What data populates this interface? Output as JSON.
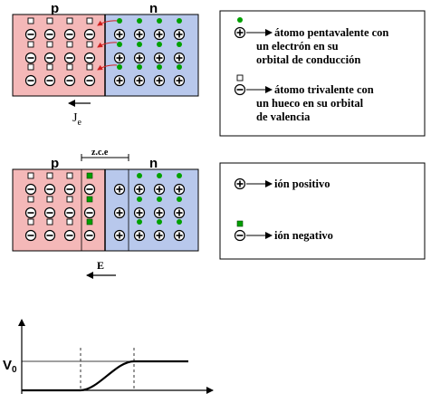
{
  "top_panel": {
    "p_label": "p",
    "n_label": "n",
    "current_label": "J",
    "current_subscript": "e"
  },
  "mid_panel": {
    "p_label": "p",
    "n_label": "n",
    "zce_label": "z.c.e",
    "field_label": "E"
  },
  "legend_top": {
    "pentavalent_line1": "átomo pentavalente con",
    "pentavalent_line2": "un electrón en su",
    "pentavalent_line3": "orbital de conducción",
    "trivalent_line1": "átomo trivalente con",
    "trivalent_line2": "un hueco en su orbital",
    "trivalent_line3": "de valencia"
  },
  "legend_bottom": {
    "positive_ion": "ión positivo",
    "negative_ion": "ión negativo"
  },
  "potential_graph": {
    "y_label": "V",
    "y_subscript": "0"
  },
  "colors": {
    "p_region": "#f4b8b8",
    "n_region": "#b8c8ec",
    "electron": "#00a000",
    "hole": "#ffffff"
  }
}
